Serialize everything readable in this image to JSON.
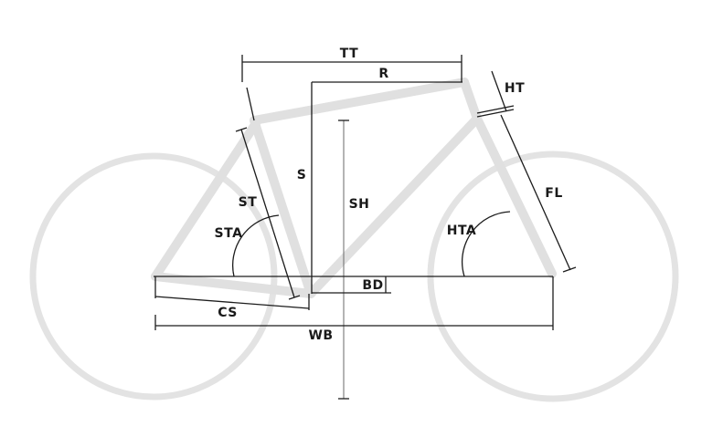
{
  "diagram": {
    "labels": {
      "tt": "TT",
      "r": "R",
      "ht": "HT",
      "s": "S",
      "sh": "SH",
      "st": "ST",
      "sta": "STA",
      "fl": "FL",
      "hta": "HTA",
      "bd": "BD",
      "cs": "CS",
      "wb": "WB"
    },
    "colors": {
      "frame": "#e0e0e0",
      "dimension_lines": "#1c1c1c",
      "background": "#ffffff"
    }
  }
}
